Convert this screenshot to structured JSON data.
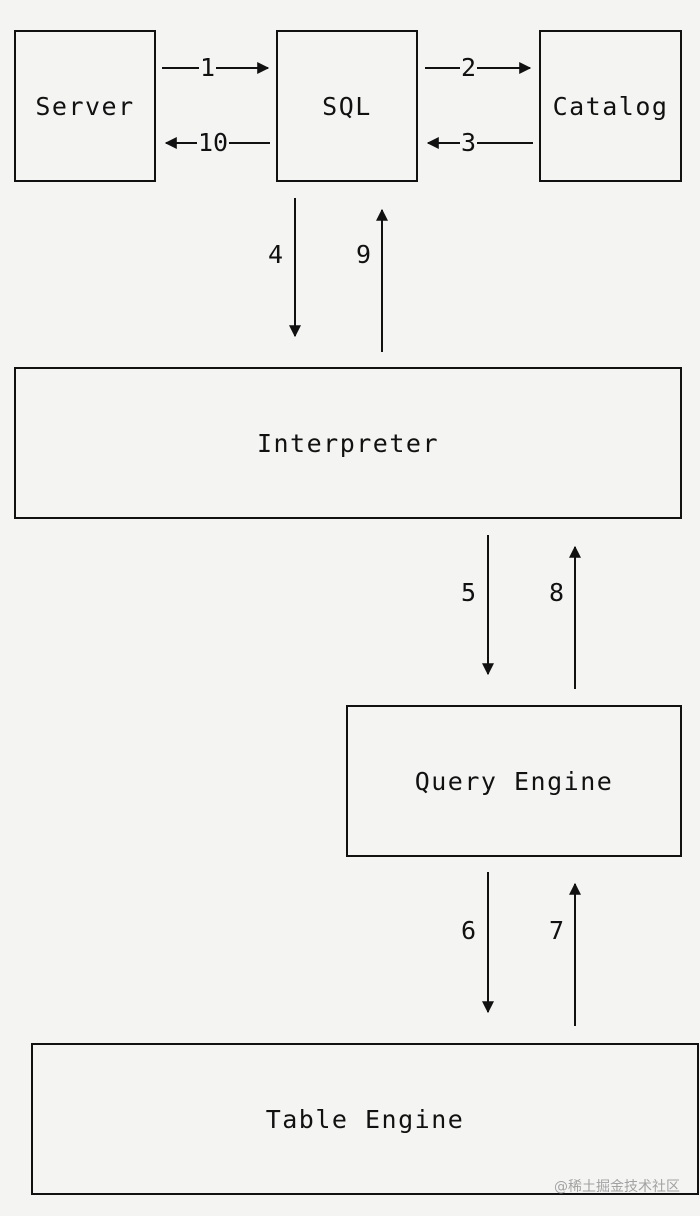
{
  "boxes": {
    "server": "Server",
    "sql": "SQL",
    "catalog": "Catalog",
    "interpreter": "Interpreter",
    "query_engine": "Query Engine",
    "table_engine": "Table Engine"
  },
  "steps": {
    "s1": "1",
    "s2": "2",
    "s3": "3",
    "s4": "4",
    "s5": "5",
    "s6": "6",
    "s7": "7",
    "s8": "8",
    "s9": "9",
    "s10": "10"
  },
  "watermark": "@稀土掘金技术社区"
}
